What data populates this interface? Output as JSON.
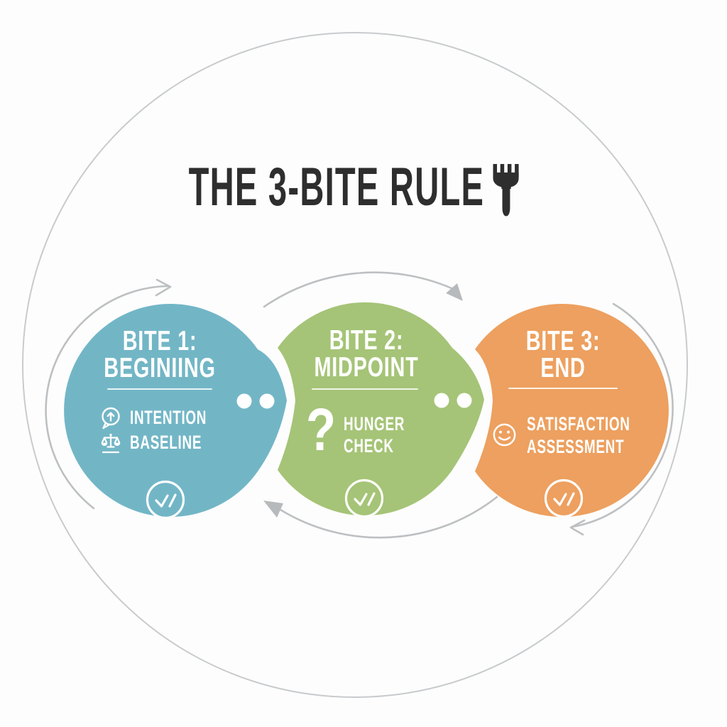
{
  "title": {
    "text": "THE 3-BITE RULE",
    "icon": "fork-icon"
  },
  "colors": {
    "bite1": "#72B6C6",
    "bite2": "#A5C477",
    "bite3": "#EDA05F",
    "title_text": "#2E2E2E",
    "circle_text": "#FFFFFF",
    "arrow": "#BDC0C2",
    "arrowhead": "#B7BABC",
    "outer_ring": "#C8CBCD"
  },
  "bite1": {
    "title": "BITE 1:",
    "subtitle": "BEGINIING",
    "item1": "INTENTION",
    "item1_icon": "speech-bubble-arrow-icon",
    "item2": "BASELINE",
    "item2_icon": "scale-icon",
    "badge_icon": "double-check-icon"
  },
  "bite2": {
    "title": "BITE 2:",
    "subtitle": "MIDPOINT",
    "icon_char": "?",
    "item1": "HUNGER",
    "item2": "CHECK",
    "badge_icon": "double-check-icon"
  },
  "bite3": {
    "title": "BITE 3:",
    "subtitle": "END",
    "item1": "SATISFACTION",
    "item2": "ASSESSMENT",
    "item_icon": "smiley-icon",
    "badge_icon": "double-check-icon"
  }
}
